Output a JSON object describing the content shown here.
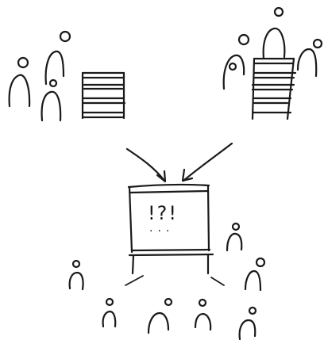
{
  "scene": {
    "colors": {
      "ink": "#1a1a1a",
      "background": "#ffffff"
    },
    "board": {
      "text": "!?!",
      "trailing_dots": "..."
    },
    "groups": [
      {
        "name": "left-meeting-group",
        "people": 3,
        "document_lines": 5
      },
      {
        "name": "right-meeting-group",
        "people": 3,
        "document_lines": 5
      }
    ],
    "audience_count": 7
  }
}
